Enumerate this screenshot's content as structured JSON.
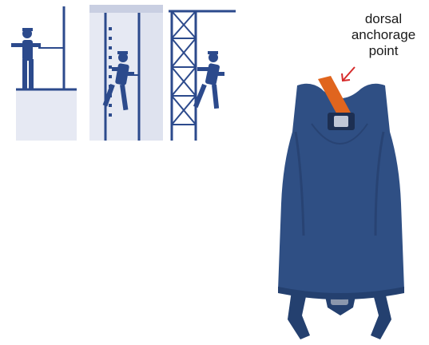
{
  "annotation": {
    "lines": [
      "dorsal",
      "anchorage",
      "point"
    ],
    "arrow_color": "#d62b2b"
  },
  "pictograms": {
    "color": "#2c4a8c",
    "panel_fill": "#e6e9f3",
    "items": [
      {
        "icon": "worker-on-platform-icon"
      },
      {
        "icon": "worker-on-ladder-icon"
      },
      {
        "icon": "worker-on-scaffold-tower-icon"
      }
    ]
  },
  "garment": {
    "icon": "harness-vest-icon",
    "fabric_color": "#2f4f84",
    "strap_color": "#e0651e"
  }
}
